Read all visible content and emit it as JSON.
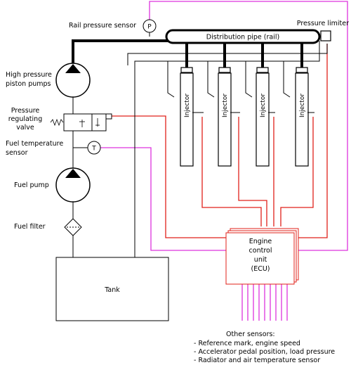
{
  "labels": {
    "rail_pressure_sensor": "Rail pressure sensor",
    "pressure_limiter": "Pressure limiter",
    "distribution_pipe": "Distribution pipe (rail)",
    "hp_pumps_line1": "High pressure",
    "hp_pumps_line2": "piston pumps",
    "prv_line1": "Pressure",
    "prv_line2": "regulating",
    "prv_line3": "valve",
    "fts_line1": "Fuel temperature",
    "fts_line2": "sensor",
    "fuel_pump": "Fuel pump",
    "fuel_filter": "Fuel filter",
    "tank": "Tank",
    "ecu_line1": "Engine",
    "ecu_line2": "control",
    "ecu_line3": "unit",
    "ecu_line4": "(ECU)",
    "injector": "Injector",
    "p_symbol": "P",
    "t_symbol": "T"
  },
  "other_sensors": {
    "title": "Other sensors:",
    "items": [
      "- Reference mark, engine speed",
      "- Accelerator pedal position, load pressure",
      "- Radiator and air temperature sensor"
    ]
  },
  "colors": {
    "fuel_line": "#000000",
    "control_signal": "#e0201a",
    "sensor_signal": "#dd33dd",
    "ecu_border": "#e0201a"
  }
}
